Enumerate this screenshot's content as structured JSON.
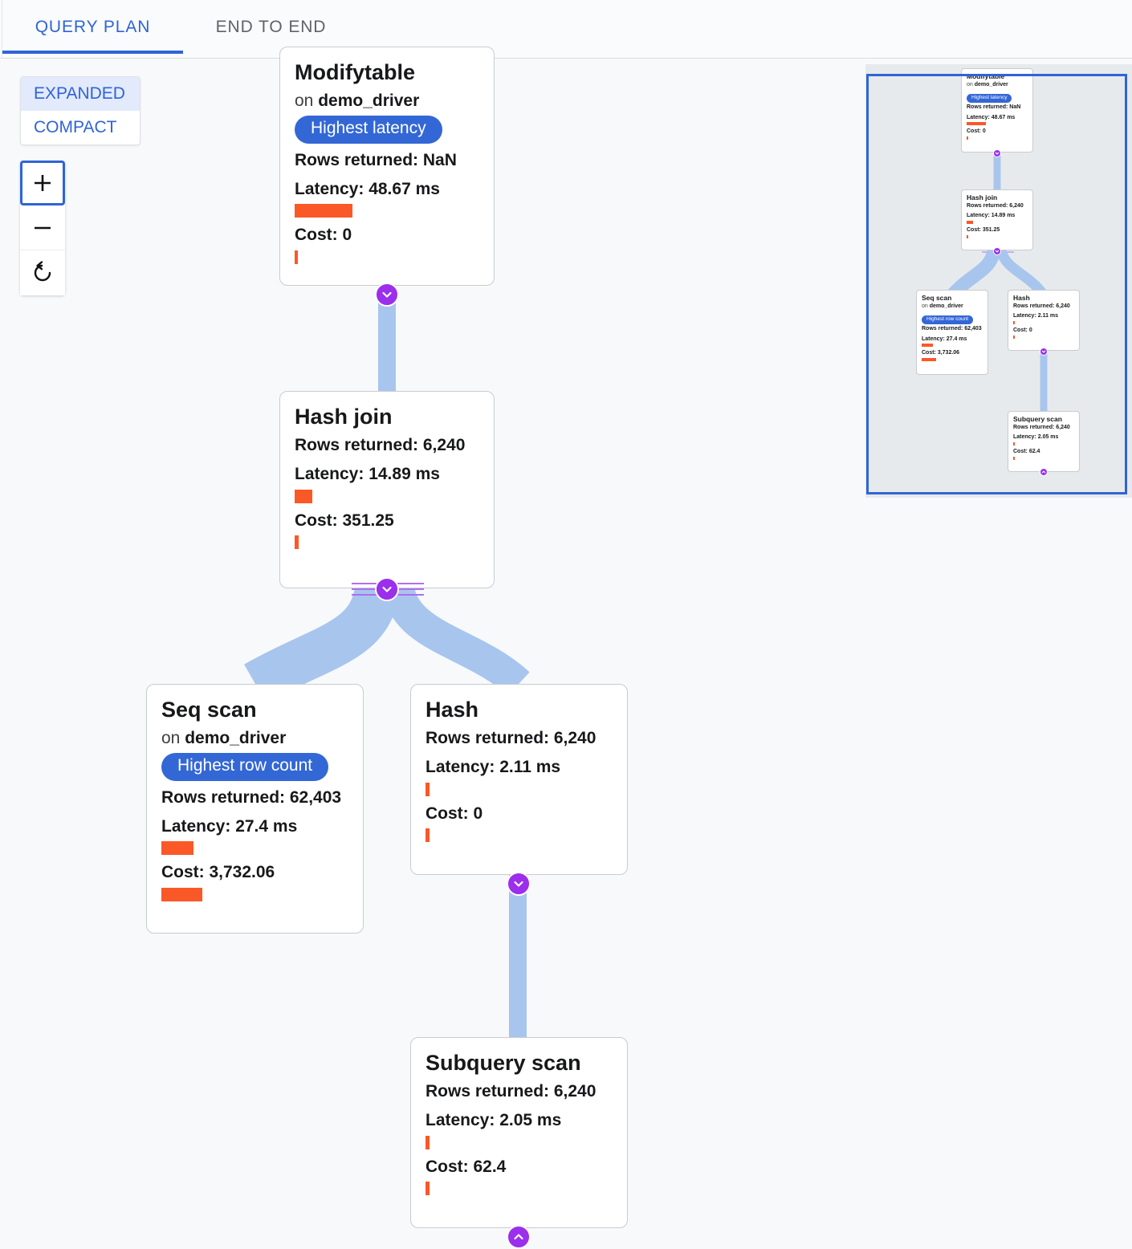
{
  "tabs": [
    {
      "label": "QUERY PLAN",
      "active": true
    },
    {
      "label": "END TO END",
      "active": false
    }
  ],
  "controls": {
    "mode_options": [
      {
        "label": "EXPANDED",
        "selected": true
      },
      {
        "label": "COMPACT",
        "selected": false
      }
    ],
    "zoom_in_label": "+",
    "zoom_out_label": "−",
    "reset_label": "reset-view"
  },
  "labels": {
    "on_prefix": "on ",
    "rows_prefix": "Rows returned: ",
    "latency_prefix": "Latency: ",
    "cost_prefix": "Cost: "
  },
  "colors": {
    "accent_blue": "#2f64d6",
    "badge_blue": "#3367d6",
    "bar_orange": "#fb5827",
    "edge_blue": "#a8c5ee",
    "chevron_purple": "#9b2fec",
    "canvas_bg": "#f7f9fb",
    "minimap_bg": "#e7eaec"
  },
  "nodes": {
    "modifytable": {
      "title": "Modifytable",
      "relation": "demo_driver",
      "badge": "Highest latency",
      "rows": "Rows returned: NaN",
      "latency": "Latency: 48.67 ms",
      "cost": "Cost: 0",
      "latency_bar_pct": 27,
      "cost_bar_pct": 1.2
    },
    "hashjoin": {
      "title": "Hash join",
      "relation": null,
      "badge": null,
      "rows": "Rows returned: 6,240",
      "latency": "Latency: 14.89 ms",
      "cost": "Cost: 351.25",
      "latency_bar_pct": 8,
      "cost_bar_pct": 1.3
    },
    "seqscan": {
      "title": "Seq scan",
      "relation": "demo_driver",
      "badge": "Highest row count",
      "rows": "Rows returned: 62,403",
      "latency": "Latency: 27.4 ms",
      "cost": "Cost: 3,732.06",
      "latency_bar_pct": 15,
      "cost_bar_pct": 19
    },
    "hash": {
      "title": "Hash",
      "relation": null,
      "badge": null,
      "rows": "Rows returned: 6,240",
      "latency": "Latency: 2.11 ms",
      "cost": "Cost: 0",
      "latency_bar_pct": 1.2,
      "cost_bar_pct": 1.2
    },
    "subqueryscan": {
      "title": "Subquery scan",
      "relation": null,
      "badge": null,
      "rows": "Rows returned: 6,240",
      "latency": "Latency: 2.05 ms",
      "cost": "Cost: 62.4",
      "latency_bar_pct": 1.2,
      "cost_bar_pct": 1.2
    }
  },
  "graph_edges": [
    {
      "from": "modifytable",
      "to": "hashjoin"
    },
    {
      "from": "hashjoin",
      "to": "seqscan"
    },
    {
      "from": "hashjoin",
      "to": "hash"
    },
    {
      "from": "hash",
      "to": "subqueryscan"
    }
  ],
  "minimap": {
    "present": true
  }
}
